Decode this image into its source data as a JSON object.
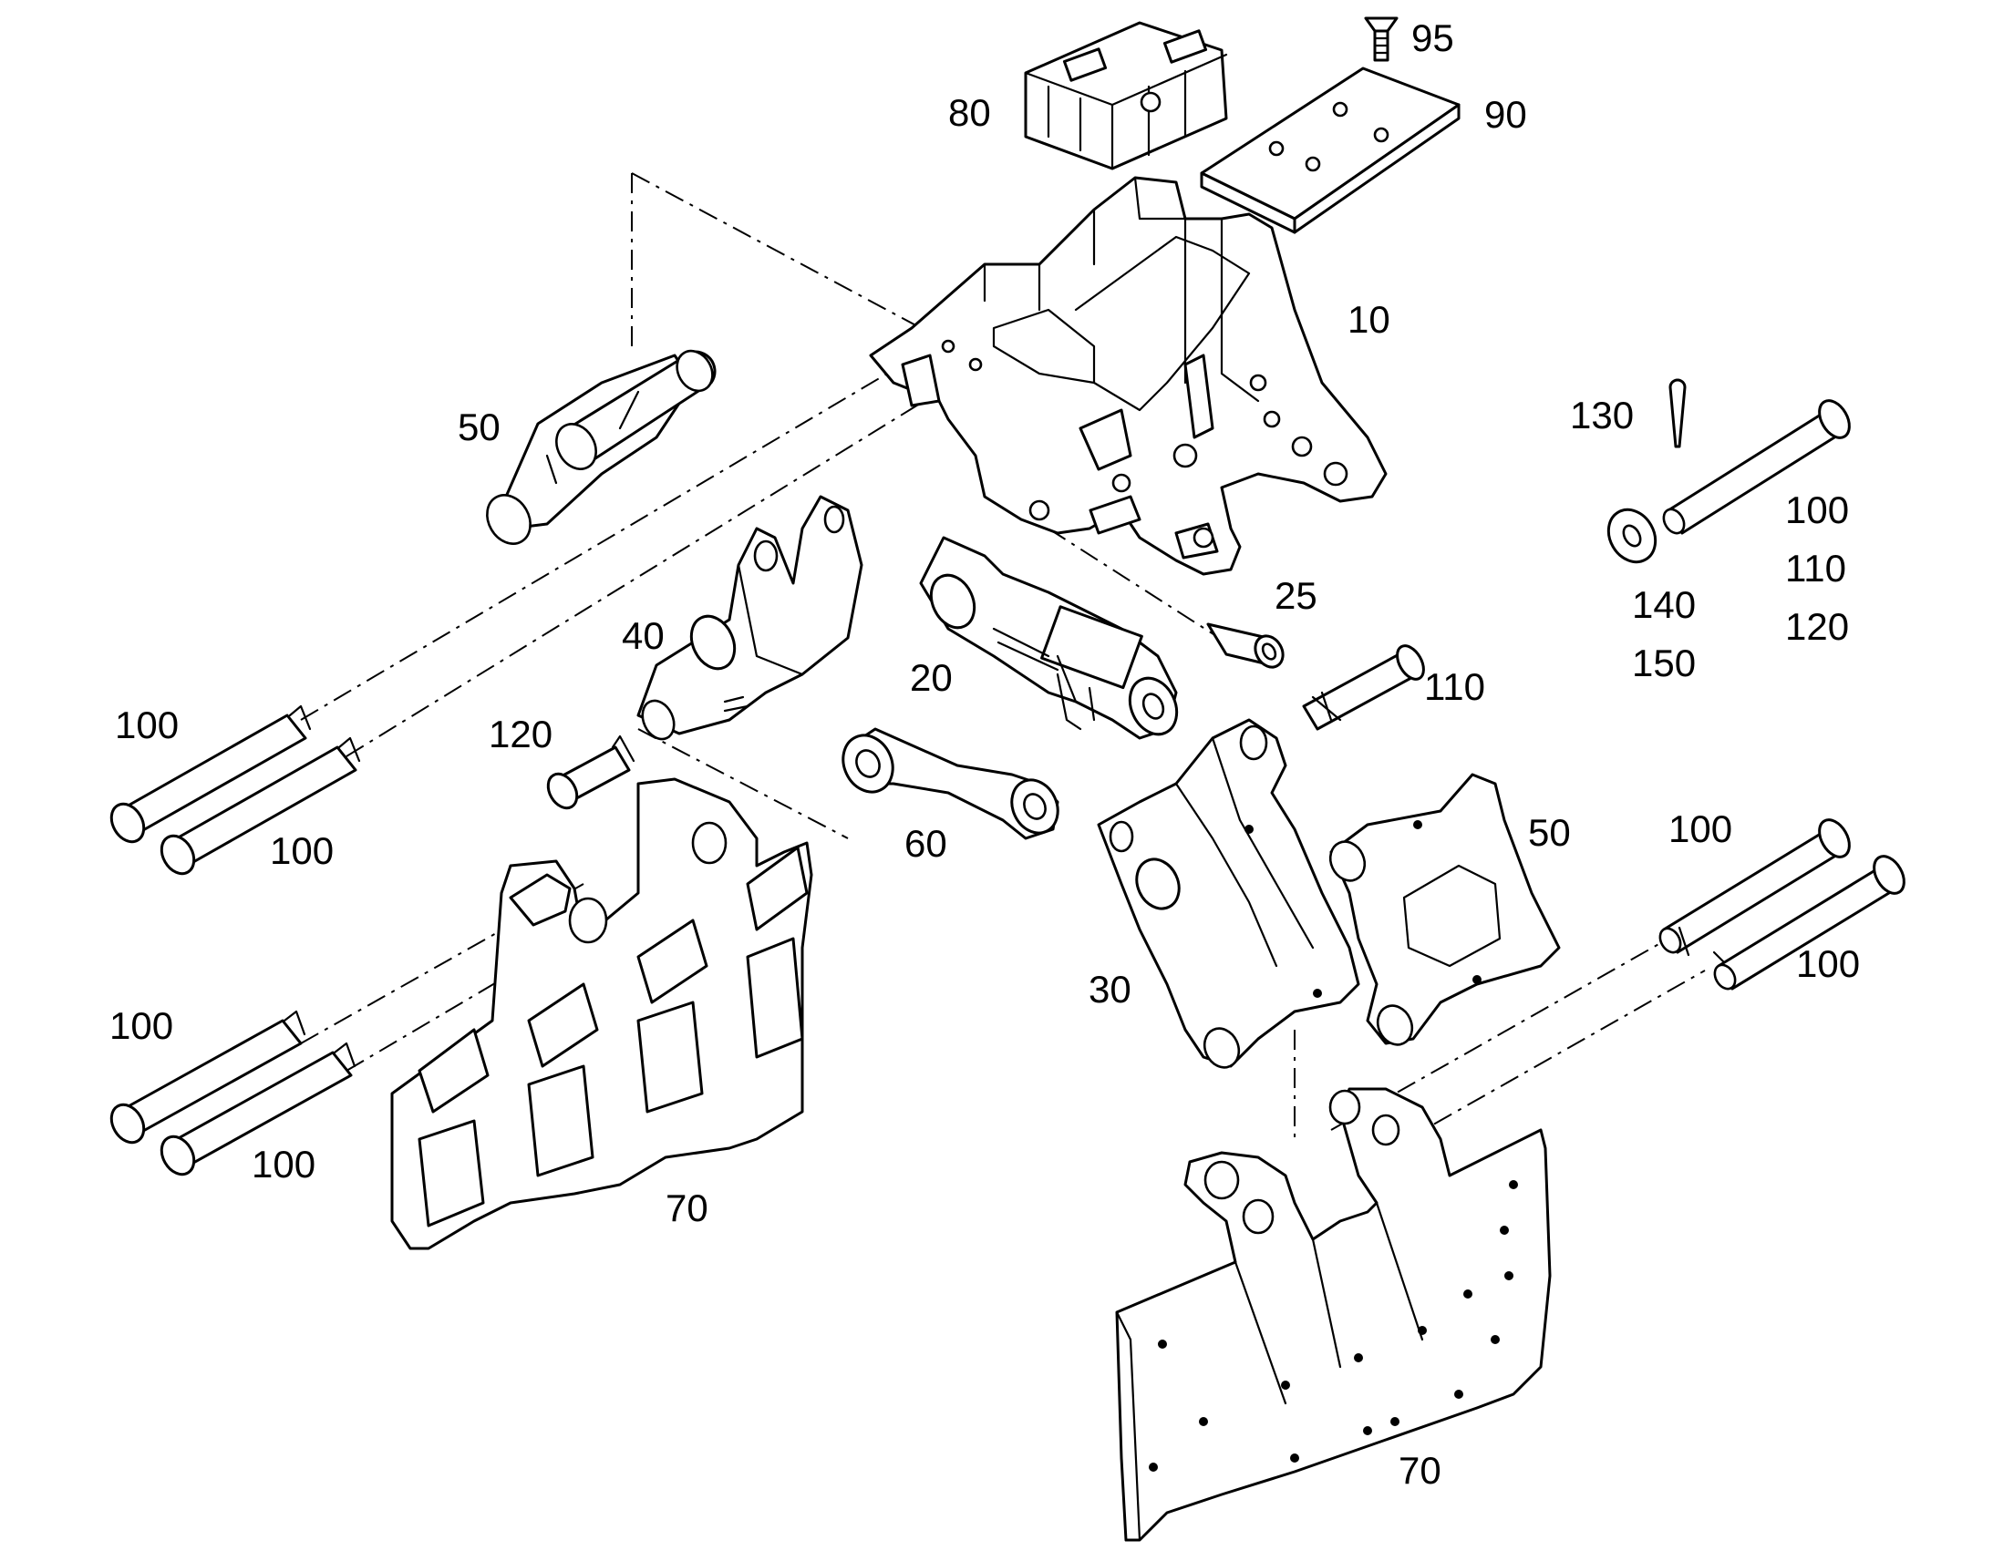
{
  "labels": {
    "l95": "95",
    "l80": "80",
    "l90": "90",
    "l10": "10",
    "l50_top": "50",
    "l130": "130",
    "l100_r1": "100",
    "l110_r": "110",
    "l120_r": "120",
    "l140": "140",
    "l150": "150",
    "l25": "25",
    "l40": "40",
    "l20": "20",
    "l110_mid": "110",
    "l100_l1": "100",
    "l120_left": "120",
    "l100_l2": "100",
    "l60": "60",
    "l50_mid": "50",
    "l100_r2": "100",
    "l100_r3": "100",
    "l30": "30",
    "l100_l3": "100",
    "l100_l4": "100",
    "l70_left": "70",
    "l70_right": "70"
  }
}
